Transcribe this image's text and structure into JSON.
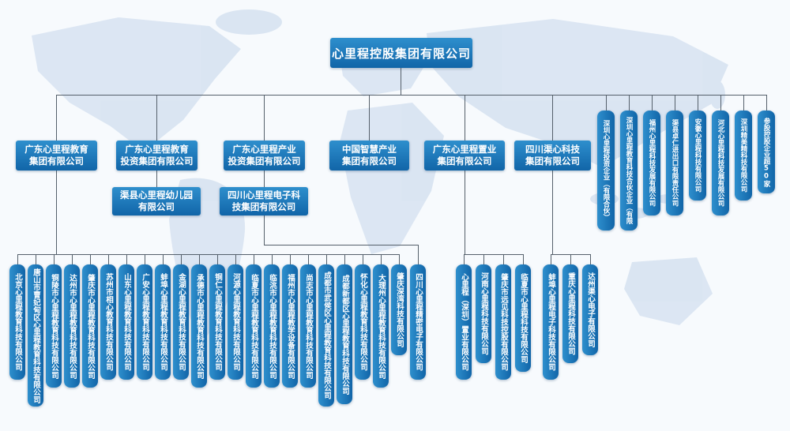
{
  "root": {
    "label": "心里程控股集团有限公司"
  },
  "divisions": [
    {
      "label": "广东心里程教育\n集团有限公司"
    },
    {
      "label": "广东心里程教育\n投资集团有限公司"
    },
    {
      "label": "广东心里程产业\n投资集团有限公司"
    },
    {
      "label": "中国智慧产业\n集团有限公司"
    },
    {
      "label": "广东心里程置业\n集团有限公司"
    },
    {
      "label": "四川渠心科技\n集团有限公司"
    }
  ],
  "mid_subsidiaries": [
    {
      "label": "渠县心里程幼儿园\n有限公司"
    },
    {
      "label": "四川心里程电子科\n技集团有限公司"
    }
  ],
  "right_subsidiaries": [
    "深圳心里程投资企业（有限合伙）",
    "深圳心里程教育科技合伙企业（有限合伙）",
    "福州心里程科技发展有限公司",
    "渠县卓仁进出口有限责任公司",
    "安徽心里程科技有限公司",
    "河北心里程科技发展有限公司",
    "深圳精美精科技有限公司",
    "参股控股企业超50家"
  ],
  "education_subsidiaries": [
    "北京心里程教育科技有限公司",
    "唐山市曹妃甸区心里程教育科技有限公司",
    "铜陵市心里程教育科技有限公司",
    "达州市心里程教育科技有限公司",
    "肇庆市心里程教育科技有限公司",
    "苏州市相心教育科技有限公司",
    "山东心里程教育科技有限公司",
    "广安心里程教育科技有限公司",
    "蚌埠心里程教育科技有限公司",
    "金湖心里程教育科技有限公司",
    "承德市心里程教育科技有限公司",
    "铜仁心里程教育科技有限公司",
    "河源心里程教育科技有限公司",
    "临夏市心里程教育科技有限公司",
    "临洮市心里程教育科技有限公司",
    "福州市心里程教学设备有限公司",
    "尚志市心里程教育科技有限公司",
    "成都市武侯区心里程教育科技有限公司",
    "成都新都区心里程教育科技有限公司",
    "怀化心里程教育科技有限公司",
    "大理州心里程教育科技有限公司",
    "肇庆深湾科技有限公司"
  ],
  "electronics_subsidiaries": [
    "四川心里程精密电子有限公司"
  ],
  "property_subsidiaries": [
    "心里程（深圳）置业有限公司",
    "河南心里程科技有限公司",
    "肇庆市远见科技控股有限公司",
    "临夏市心里程科技有限公司"
  ],
  "quxin_subsidiaries": [
    "蚌埠心里程电子科技有限公司",
    "重庆心里程科技有限公司",
    "达州渠心电子有限公司"
  ],
  "colors": {
    "box_blue": "#2e8fcd",
    "box_blue_dark": "#1165a8",
    "connector_line": "#55606b",
    "map_fill": "#d4e1f0",
    "background": "#f7fafd"
  }
}
